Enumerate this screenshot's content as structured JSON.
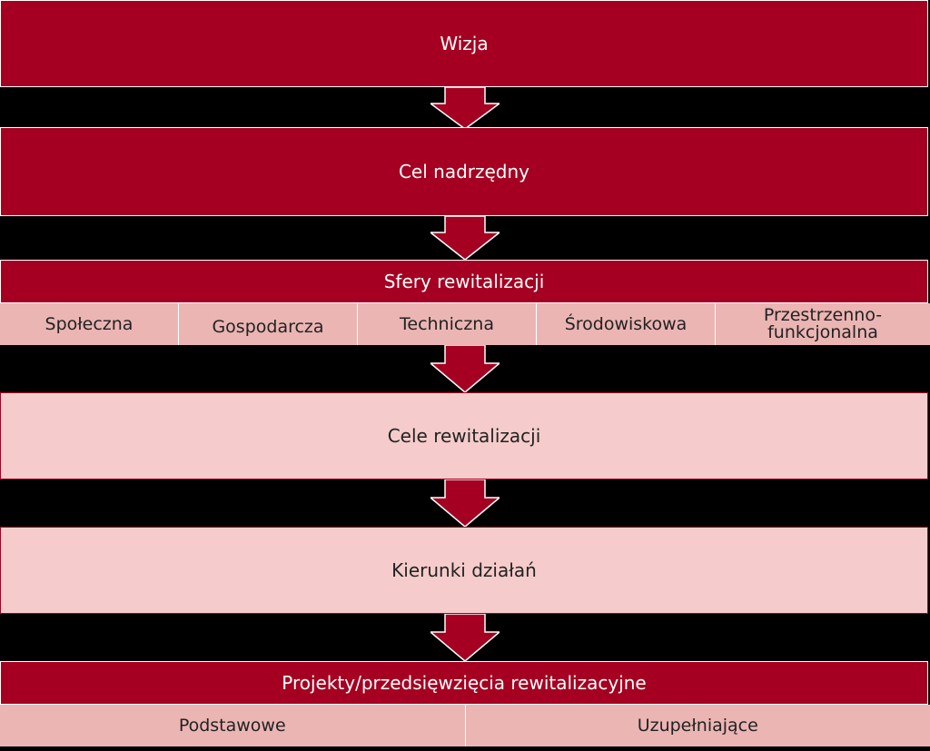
{
  "colors": {
    "dark": "#a50021",
    "light": "#f5cccb",
    "cell": "#ebb5b4",
    "background": "#000000"
  },
  "diagram": {
    "vision": "Wizja",
    "main_goal": "Cel nadrzędny",
    "spheres": {
      "title": "Sfery rewitalizacji",
      "items": [
        "Społeczna",
        "Gospodarcza",
        "Techniczna",
        "Środowiskowa",
        "Przestrzenno-funkcjonalna"
      ]
    },
    "goals": "Cele rewitalizacji",
    "directions": "Kierunki działań",
    "projects": {
      "title": "Projekty/przedsięwzięcia rewitalizacyjne",
      "items": [
        "Podstawowe",
        "Uzupełniające"
      ]
    }
  }
}
